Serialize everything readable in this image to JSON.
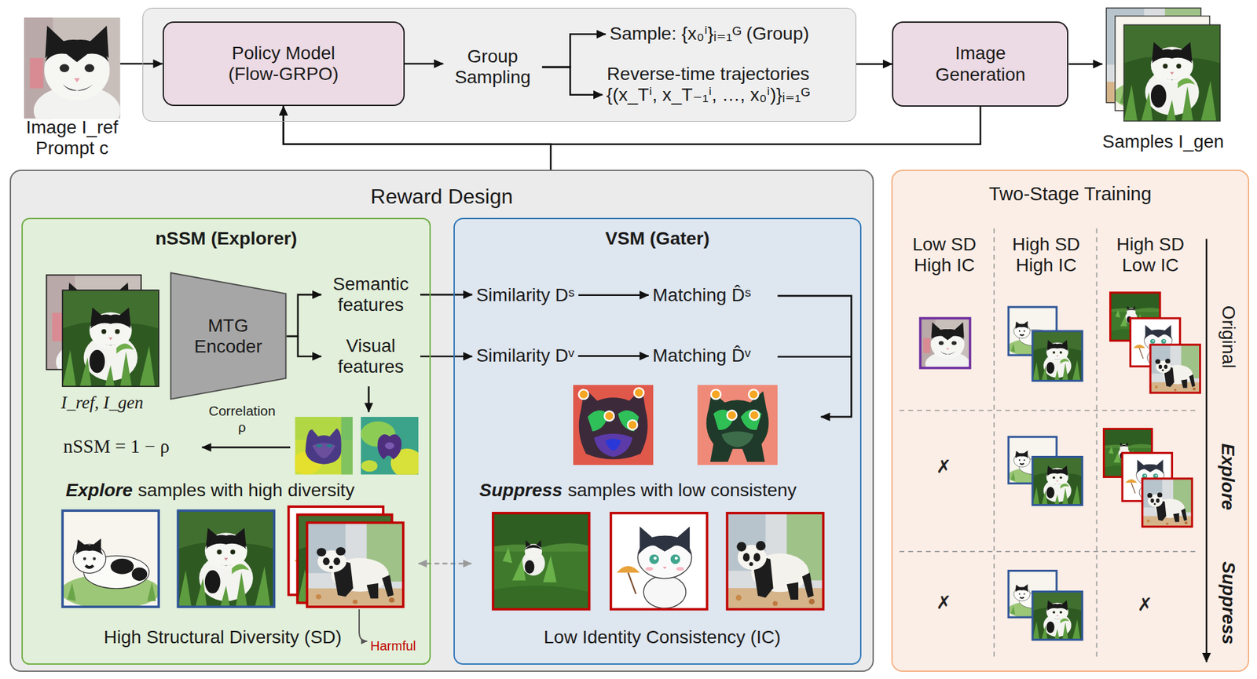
{
  "diagram": {
    "nodes": [
      {
        "text": [
          "Image I_ref",
          "Prompt c"
        ]
      },
      {
        "text": []
      },
      {
        "text": [
          "Policy Model (Flow-GRPO)"
        ],
        "in": 1
      },
      {
        "text": [
          "Group Sampling"
        ],
        "in": 1
      },
      {
        "text": [
          "Sample: {x₀ⁱ}ᵢ₌₁ᴳ (Group)"
        ],
        "in": 1
      },
      {
        "text": [
          "Reverse-time trajectories",
          "{(x_Tⁱ, x_T₋₁ⁱ, …, x₀ⁱ)}ᵢ₌₁ᴳ"
        ],
        "in": 1
      },
      {
        "text": [
          "Image Generation"
        ]
      },
      {
        "text": [
          "Samples I_gen"
        ]
      },
      {
        "text": [
          "Reward Design"
        ]
      },
      {
        "text": [
          "nSSM (Explorer)"
        ],
        "in": 8
      },
      {
        "text": [
          "I_ref, I_gen"
        ],
        "in": 9
      },
      {
        "text": [
          "MTG Encoder"
        ],
        "in": 9
      },
      {
        "text": [
          "Semantic features"
        ],
        "in": 9
      },
      {
        "text": [
          "Visual features"
        ],
        "in": 9
      },
      {
        "text": [
          "VSM (Gater)"
        ],
        "in": 8
      },
      {
        "text": [
          "Similarity Dˢ"
        ],
        "in": 14
      },
      {
        "text": [
          "Matching D̂ˢ"
        ],
        "in": 14
      },
      {
        "text": [
          "Similarity Dᵛ"
        ],
        "in": 14
      },
      {
        "text": [
          "Matching D̂ᵛ"
        ],
        "in": 14
      },
      {
        "text": [
          "Two-Stage Training"
        ]
      }
    ],
    "edges": [
      {
        "from": 0,
        "to": 2,
        "arrow": "to"
      },
      {
        "from": 2,
        "to": 3,
        "arrow": "to"
      },
      {
        "from": 3,
        "to": 4,
        "arrow": "to"
      },
      {
        "from": 3,
        "to": 5,
        "arrow": "to"
      },
      {
        "from": 1,
        "to": 6,
        "arrow": "to"
      },
      {
        "from": 6,
        "to": 7,
        "arrow": "to"
      },
      {
        "from": 6,
        "to": 2,
        "arrow": "to"
      },
      {
        "from": 8,
        "to": 2,
        "arrow": "to"
      },
      {
        "from": 11,
        "to": 12,
        "arrow": "to"
      },
      {
        "from": 11,
        "to": 13,
        "arrow": "to"
      },
      {
        "from": 12,
        "to": 15,
        "arrow": "to"
      },
      {
        "from": 13,
        "to": 17,
        "arrow": "to"
      },
      {
        "from": 15,
        "to": 16,
        "arrow": "to"
      },
      {
        "from": 17,
        "to": 18,
        "arrow": "to"
      }
    ],
    "labels": [
      "Correlation ρ",
      "nSSM = 1 − ρ",
      "Explore",
      "samples with high diversity",
      "High Structural Diversity (SD)",
      "Harmful",
      "Suppress",
      "samples with low consisteny",
      "Low Identity Consistency (IC)",
      "Low SD High IC",
      "High SD High IC",
      "High SD Low IC",
      "✗",
      "✗",
      "✗",
      "Original",
      "Explore",
      "Suppress"
    ]
  }
}
